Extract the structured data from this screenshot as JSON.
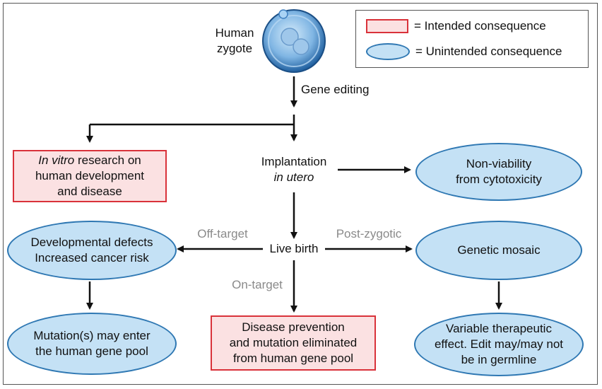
{
  "zygote": {
    "label_line1": "Human",
    "label_line2": "zygote"
  },
  "steps": {
    "gene_editing": "Gene editing",
    "implantation_line1": "Implantation",
    "implantation_line2": "in utero",
    "live_birth": "Live birth"
  },
  "edge_labels": {
    "off_target": "Off-target",
    "post_zygotic": "Post-zygotic",
    "on_target": "On-target"
  },
  "nodes": {
    "in_vitro": {
      "line1_italic": "In vitro",
      "line1_rest": " research on",
      "line2": "human development",
      "line3": "and disease"
    },
    "non_viability": {
      "line1": "Non-viability",
      "line2": "from cytotoxicity"
    },
    "developmental": {
      "line1": "Developmental defects",
      "line2": "Increased cancer risk"
    },
    "mosaic": {
      "line1": "Genetic mosaic"
    },
    "mutation_pool": {
      "line1": "Mutation(s) may enter",
      "line2": "the human gene pool"
    },
    "disease_prevention": {
      "line1": "Disease prevention",
      "line2": "and mutation eliminated",
      "line3": "from human gene pool"
    },
    "variable_effect": {
      "line1": "Variable therapeutic",
      "line2": "effect. Edit may/may not",
      "line3": "be in germline"
    }
  },
  "legend": {
    "intended": "= Intended consequence",
    "unintended": "= Unintended consequence"
  },
  "colors": {
    "intended_fill": "#fbe1e2",
    "intended_border": "#d9323a",
    "unintended_fill": "#c4e1f5",
    "unintended_border": "#2f78b3",
    "arrow": "#111111"
  }
}
